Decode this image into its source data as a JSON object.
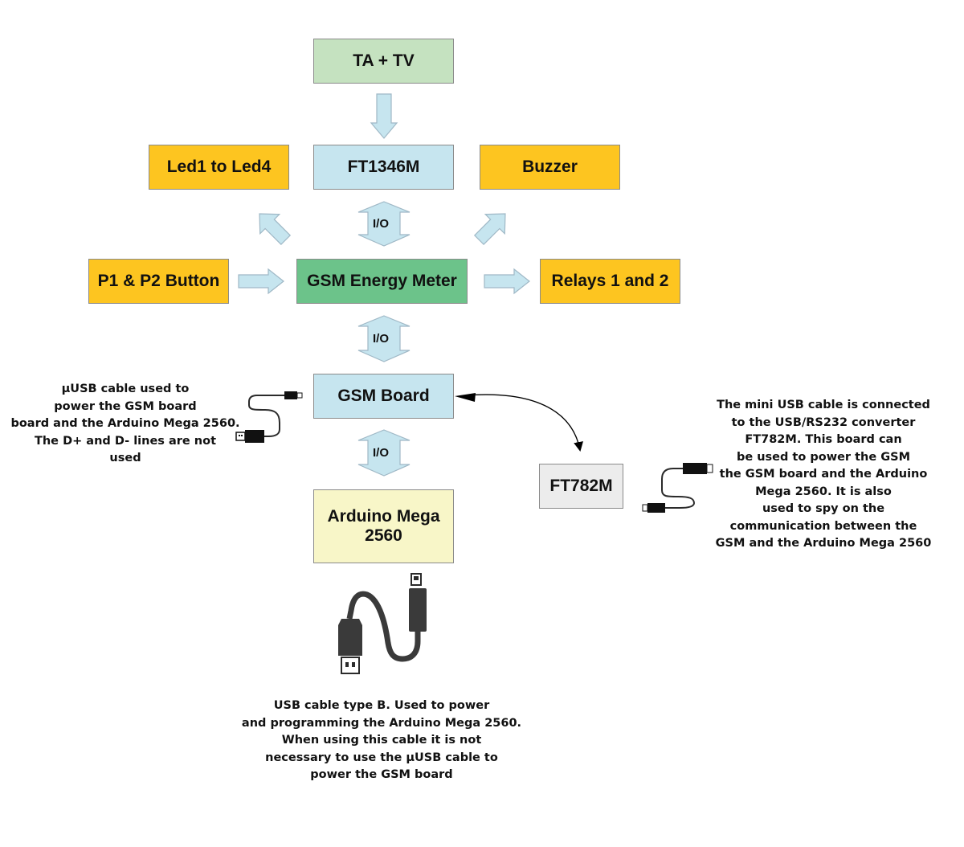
{
  "colors": {
    "green_light": "#c5e2c0",
    "green": "#6cc38a",
    "blue_light": "#c6e5ef",
    "orange": "#fdc520",
    "yellow_light": "#f8f6c8",
    "gray_light": "#ececec",
    "arrow_fill": "#c6e5ef",
    "arrow_stroke": "#9fb8c6",
    "cable": "#2b2b2b"
  },
  "blocks": {
    "ta_tv": "TA + TV",
    "ft1346m": "FT1346M",
    "leds": "Led1 to Led4",
    "buzzer": "Buzzer",
    "buttons": "P1 & P2 Button",
    "gsm_meter": "GSM Energy Meter",
    "relays": "Relays 1 and 2",
    "gsm_board": "GSM Board",
    "arduino": "Arduino Mega\n2560",
    "ft782m": "FT782M"
  },
  "io_labels": {
    "top": "I/O",
    "middle": "I/O",
    "bottom": "I/O"
  },
  "captions": {
    "micro_usb": "µUSB cable used to\npower the GSM board\nboard and the Arduino Mega 2560.\nThe D+ and D- lines are not\nused",
    "mini_usb": "The mini USB cable is connected\nto the USB/RS232 converter\nFT782M. This board can\nbe used to power the GSM\nthe GSM board and the Arduino\nMega 2560. It is also\nused to spy on the\ncommunication between the\nGSM and the Arduino Mega 2560",
    "usb_b": "USB cable type B. Used to power\nand programming the Arduino Mega 2560.\nWhen using this cable it is not\nnecessary to use the µUSB cable to\npower the GSM board"
  },
  "icons": {
    "micro_usb_cable": "usb-cable-icon",
    "mini_usb_cable": "usb-cable-icon",
    "usb_b_cable": "usb-cable-icon"
  }
}
